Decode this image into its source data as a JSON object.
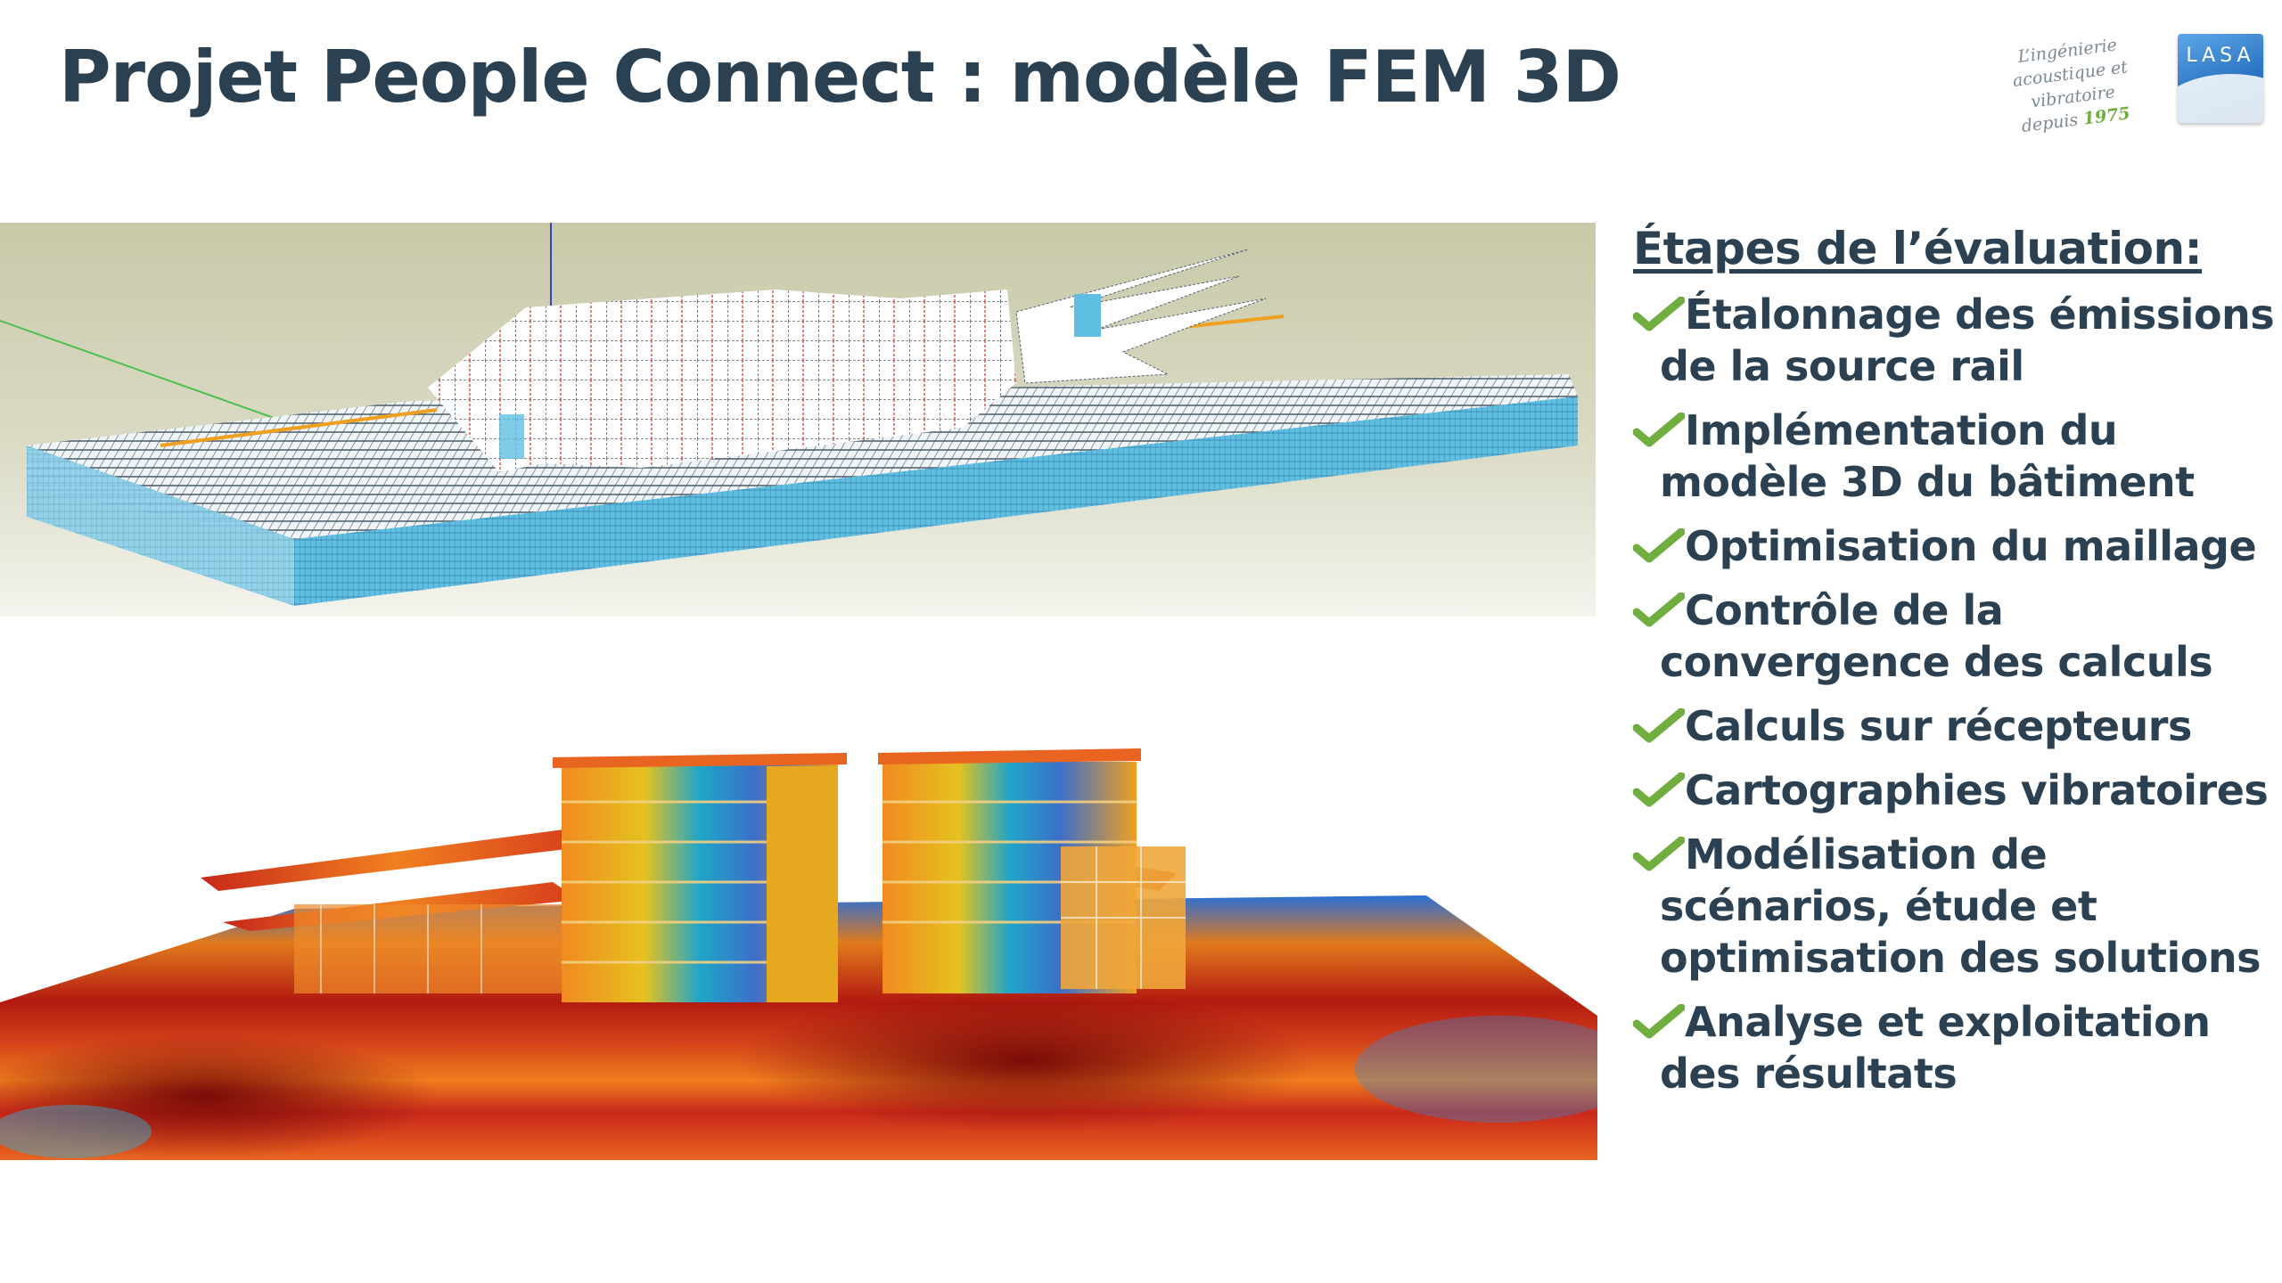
{
  "title": "Projet People Connect : modèle FEM 3D",
  "logo": {
    "tagline_line1": "L’ingénierie",
    "tagline_line2": "acoustique et vibratoire",
    "tagline_line3": "depuis",
    "year": "1975",
    "brand": "LASA",
    "brand_color": "#2b74c4",
    "tagline_color": "#7d8a93",
    "year_color": "#6fae3f"
  },
  "panel": {
    "heading": "Étapes de l’évaluation:",
    "check_icon": "check-icon",
    "check_color": "#6fae3f",
    "text_color": "#2b4152",
    "steps": [
      "Étalonnage des émissions de la source rail",
      "Implémentation du modèle 3D du bâtiment",
      "Optimisation du maillage",
      "Contrôle de la convergence des calculs",
      "Calculs sur récepteurs",
      "Cartographies vibratoires",
      "Modélisation de scénarios, étude et optimisation des solutions",
      "Analyse et exploitation des résultats"
    ]
  }
}
